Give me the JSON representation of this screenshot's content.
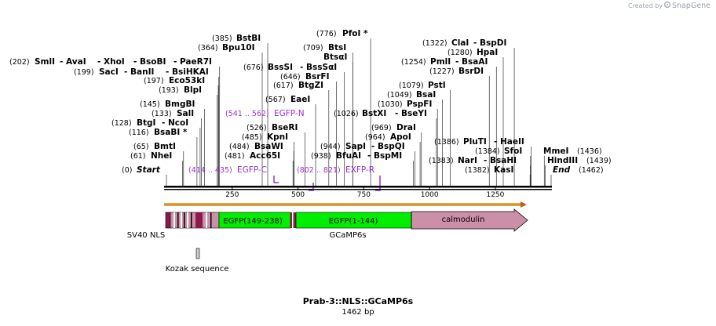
{
  "header": {
    "created_by": "Created by",
    "brand": "SnapGene",
    "brand_color": "#9aa3b0"
  },
  "construct": {
    "name": "Prab-3::NLS::GCaMP6s",
    "length_label": "1462 bp",
    "total_bp": 1462
  },
  "axis": {
    "ticks": [
      {
        "bp": 250,
        "label": "250"
      },
      {
        "bp": 500,
        "label": "500"
      },
      {
        "bp": 750,
        "label": "750"
      },
      {
        "bp": 1000,
        "label": "1000"
      },
      {
        "bp": 1250,
        "label": "1250"
      }
    ]
  },
  "colors": {
    "purple": "#9933cc",
    "egfp": "#00ee00",
    "calmodulin": "#cc8fa8",
    "orf": "#e8a845"
  },
  "sites": [
    {
      "pos": "(202)",
      "name": "SmlI",
      "bp": 202,
      "extra": [
        {
          "label": "- AvaI",
          "bp": 202
        },
        {
          "label": "- XhoI",
          "bp": 202
        },
        {
          "label": "- BsoBI",
          "bp": 202
        },
        {
          "label": "- PaeR7I",
          "bp": 202
        }
      ]
    },
    {
      "pos": "(199)",
      "name": "SacI",
      "bp": 199,
      "extra": [
        {
          "label": "- BanII",
          "bp": 199
        },
        {
          "label": "- BsiHKAI",
          "bp": 199
        }
      ]
    },
    {
      "pos": "(197)",
      "name": "Eco53kI",
      "bp": 197
    },
    {
      "pos": "(193)",
      "name": "BlpI",
      "bp": 193
    },
    {
      "pos": "(145)",
      "name": "BmgBI",
      "bp": 145
    },
    {
      "pos": "(133)",
      "name": "SalI",
      "bp": 133
    },
    {
      "pos": "(128)",
      "name": "BtgI",
      "bp": 128,
      "extra": [
        {
          "label": "- NcoI",
          "bp": 128
        }
      ]
    },
    {
      "pos": "(116)",
      "name": "BsaBI *",
      "bp": 116
    },
    {
      "pos": "(65)",
      "name": "BmtI",
      "bp": 65
    },
    {
      "pos": "(61)",
      "name": "NheI",
      "bp": 61
    },
    {
      "pos": "(0)",
      "name": "Start",
      "bp": 0,
      "italic": true
    },
    {
      "pos": "(385)",
      "name": "BstBI",
      "bp": 385
    },
    {
      "pos": "(364)",
      "name": "Bpu10I",
      "bp": 364
    },
    {
      "pos": "(676)",
      "name": "BssSI",
      "bp": 676,
      "extra": [
        {
          "label": "- BssSαI",
          "bp": 676
        }
      ]
    },
    {
      "pos": "(646)",
      "name": "BsrFI",
      "bp": 646
    },
    {
      "pos": "(617)",
      "name": "BtgZI",
      "bp": 617
    },
    {
      "pos": "(567)",
      "name": "EaeI",
      "bp": 567
    },
    {
      "pos": "(526)",
      "name": "BseRI",
      "bp": 526
    },
    {
      "pos": "(485)",
      "name": "KpnI",
      "bp": 485
    },
    {
      "pos": "(484)",
      "name": "BsaWI",
      "bp": 484
    },
    {
      "pos": "(481)",
      "name": "Acc65I",
      "bp": 481
    },
    {
      "pos": "(776)",
      "name": "PfoI *",
      "bp": 776
    },
    {
      "pos": "(709)",
      "name": "BtsI",
      "bp": 709
    },
    {
      "pos": "",
      "name": "BtsαI",
      "bp": 709
    },
    {
      "pos": "(1026)",
      "name": "BstXI",
      "bp": 1026,
      "extra": [
        {
          "label": "- BseYI",
          "bp": 1030
        }
      ]
    },
    {
      "pos": "(969)",
      "name": "DraI",
      "bp": 969
    },
    {
      "pos": "(964)",
      "name": "ApoI",
      "bp": 964
    },
    {
      "pos": "(944)",
      "name": "SapI",
      "bp": 944,
      "extra": [
        {
          "label": "- BspQI",
          "bp": 944
        }
      ]
    },
    {
      "pos": "(938)",
      "name": "BfuAI",
      "bp": 938,
      "extra": [
        {
          "label": "- BspMI",
          "bp": 938
        }
      ]
    },
    {
      "pos": "(1322)",
      "name": "ClaI",
      "bp": 1322,
      "extra": [
        {
          "label": "- BspDI",
          "bp": 1322
        }
      ]
    },
    {
      "pos": "(1280)",
      "name": "HpaI",
      "bp": 1280
    },
    {
      "pos": "(1254)",
      "name": "PmlI",
      "bp": 1254,
      "extra": [
        {
          "label": "- BsaAI",
          "bp": 1254
        }
      ]
    },
    {
      "pos": "(1227)",
      "name": "BsrDI",
      "bp": 1227
    },
    {
      "pos": "(1079)",
      "name": "PstI",
      "bp": 1079
    },
    {
      "pos": "(1049)",
      "name": "BsaI",
      "bp": 1049
    },
    {
      "pos": "(1030)",
      "name": "PspFI",
      "bp": 1030
    },
    {
      "pos": "(1386)",
      "name": "PluTI",
      "bp": 1386,
      "extra": [
        {
          "label": "- HaeII",
          "bp": 1386
        }
      ]
    },
    {
      "pos": "(1384)",
      "name": "SfoI",
      "bp": 1384
    },
    {
      "pos": "(1383)",
      "name": "NarI",
      "bp": 1383,
      "extra": [
        {
          "label": "- BsaHI",
          "bp": 1383
        }
      ]
    },
    {
      "pos": "(1382)",
      "name": "KasI",
      "bp": 1382
    },
    {
      "pos": "(1436)",
      "name": "MmeI",
      "bp": 1436
    },
    {
      "pos": "(1439)",
      "name": "HindIII",
      "bp": 1439
    },
    {
      "pos": "(1462)",
      "name": "End",
      "bp": 1462,
      "italic": true
    }
  ],
  "primers": [
    {
      "range": "(414 .. 435)",
      "name": "EGFP-C",
      "bp": 414
    },
    {
      "range": "(541 .. 562)",
      "name": "EGFP-N",
      "bp": 562
    },
    {
      "range": "(802 .. 821)",
      "name": "EXFP-R",
      "bp": 821
    }
  ],
  "features": {
    "egfp_c": "EGFP(149-238)",
    "egfp_n": "EGFP(1-144)",
    "calmodulin": "calmodulin",
    "sv40": "SV40 NLS",
    "gcamp": "GCaMP6s",
    "kozak": "Kozak sequence"
  }
}
